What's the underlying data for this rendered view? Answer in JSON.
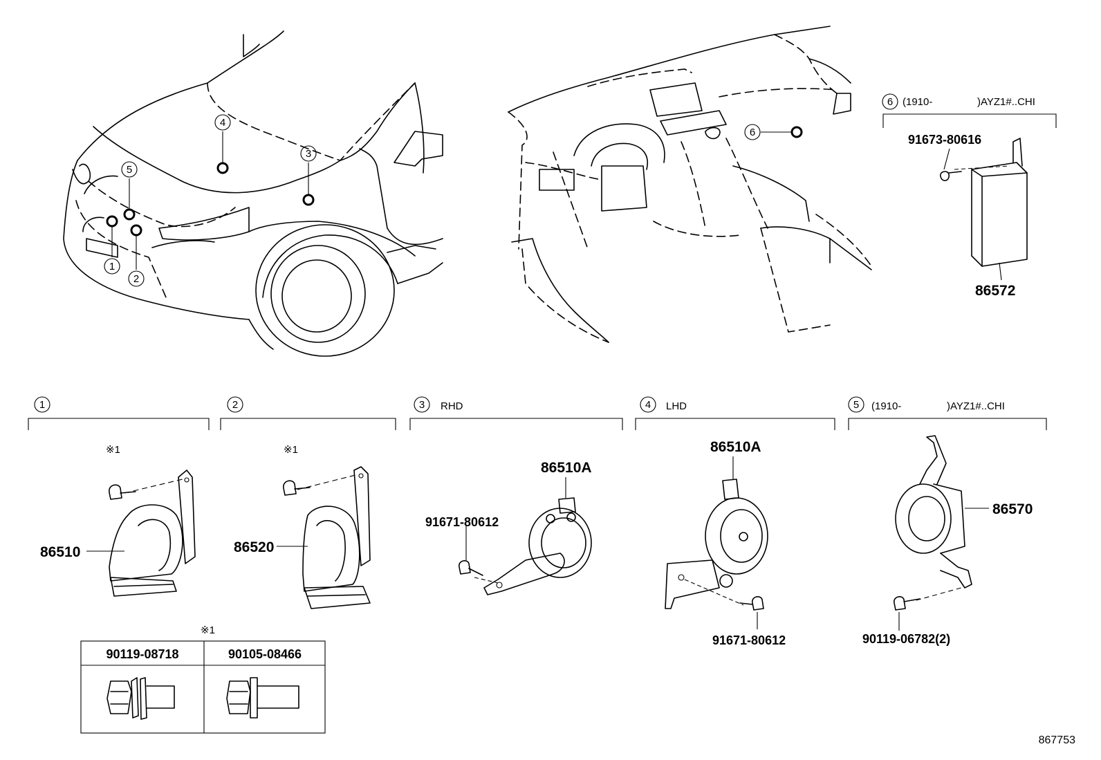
{
  "callouts": {
    "c1": "1",
    "c2": "2",
    "c3": "3",
    "c4": "4",
    "c5": "5",
    "c6": "6"
  },
  "groups": {
    "g1": {
      "num": "1",
      "part": "86510",
      "note": "※1"
    },
    "g2": {
      "num": "2",
      "part": "86520",
      "note": "※1"
    },
    "g3": {
      "num": "3",
      "tag": "RHD",
      "part": "86510A",
      "bolt": "91671-80612"
    },
    "g4": {
      "num": "4",
      "tag": "LHD",
      "part": "86510A",
      "bolt": "91671-80612"
    },
    "g5": {
      "num": "5",
      "tag_date": "(1910-",
      "tag_model": ")AYZ1#..CHI",
      "part": "86570",
      "bolt": "90119-06782(2)"
    },
    "g6": {
      "num": "6",
      "tag_date": "(1910-",
      "tag_model": ")AYZ1#..CHI",
      "part": "86572",
      "bolt": "91673-80616"
    }
  },
  "bolt_table": {
    "note": "※1",
    "col1": "90119-08718",
    "col2": "90105-08466"
  },
  "diagram_id": "867753"
}
